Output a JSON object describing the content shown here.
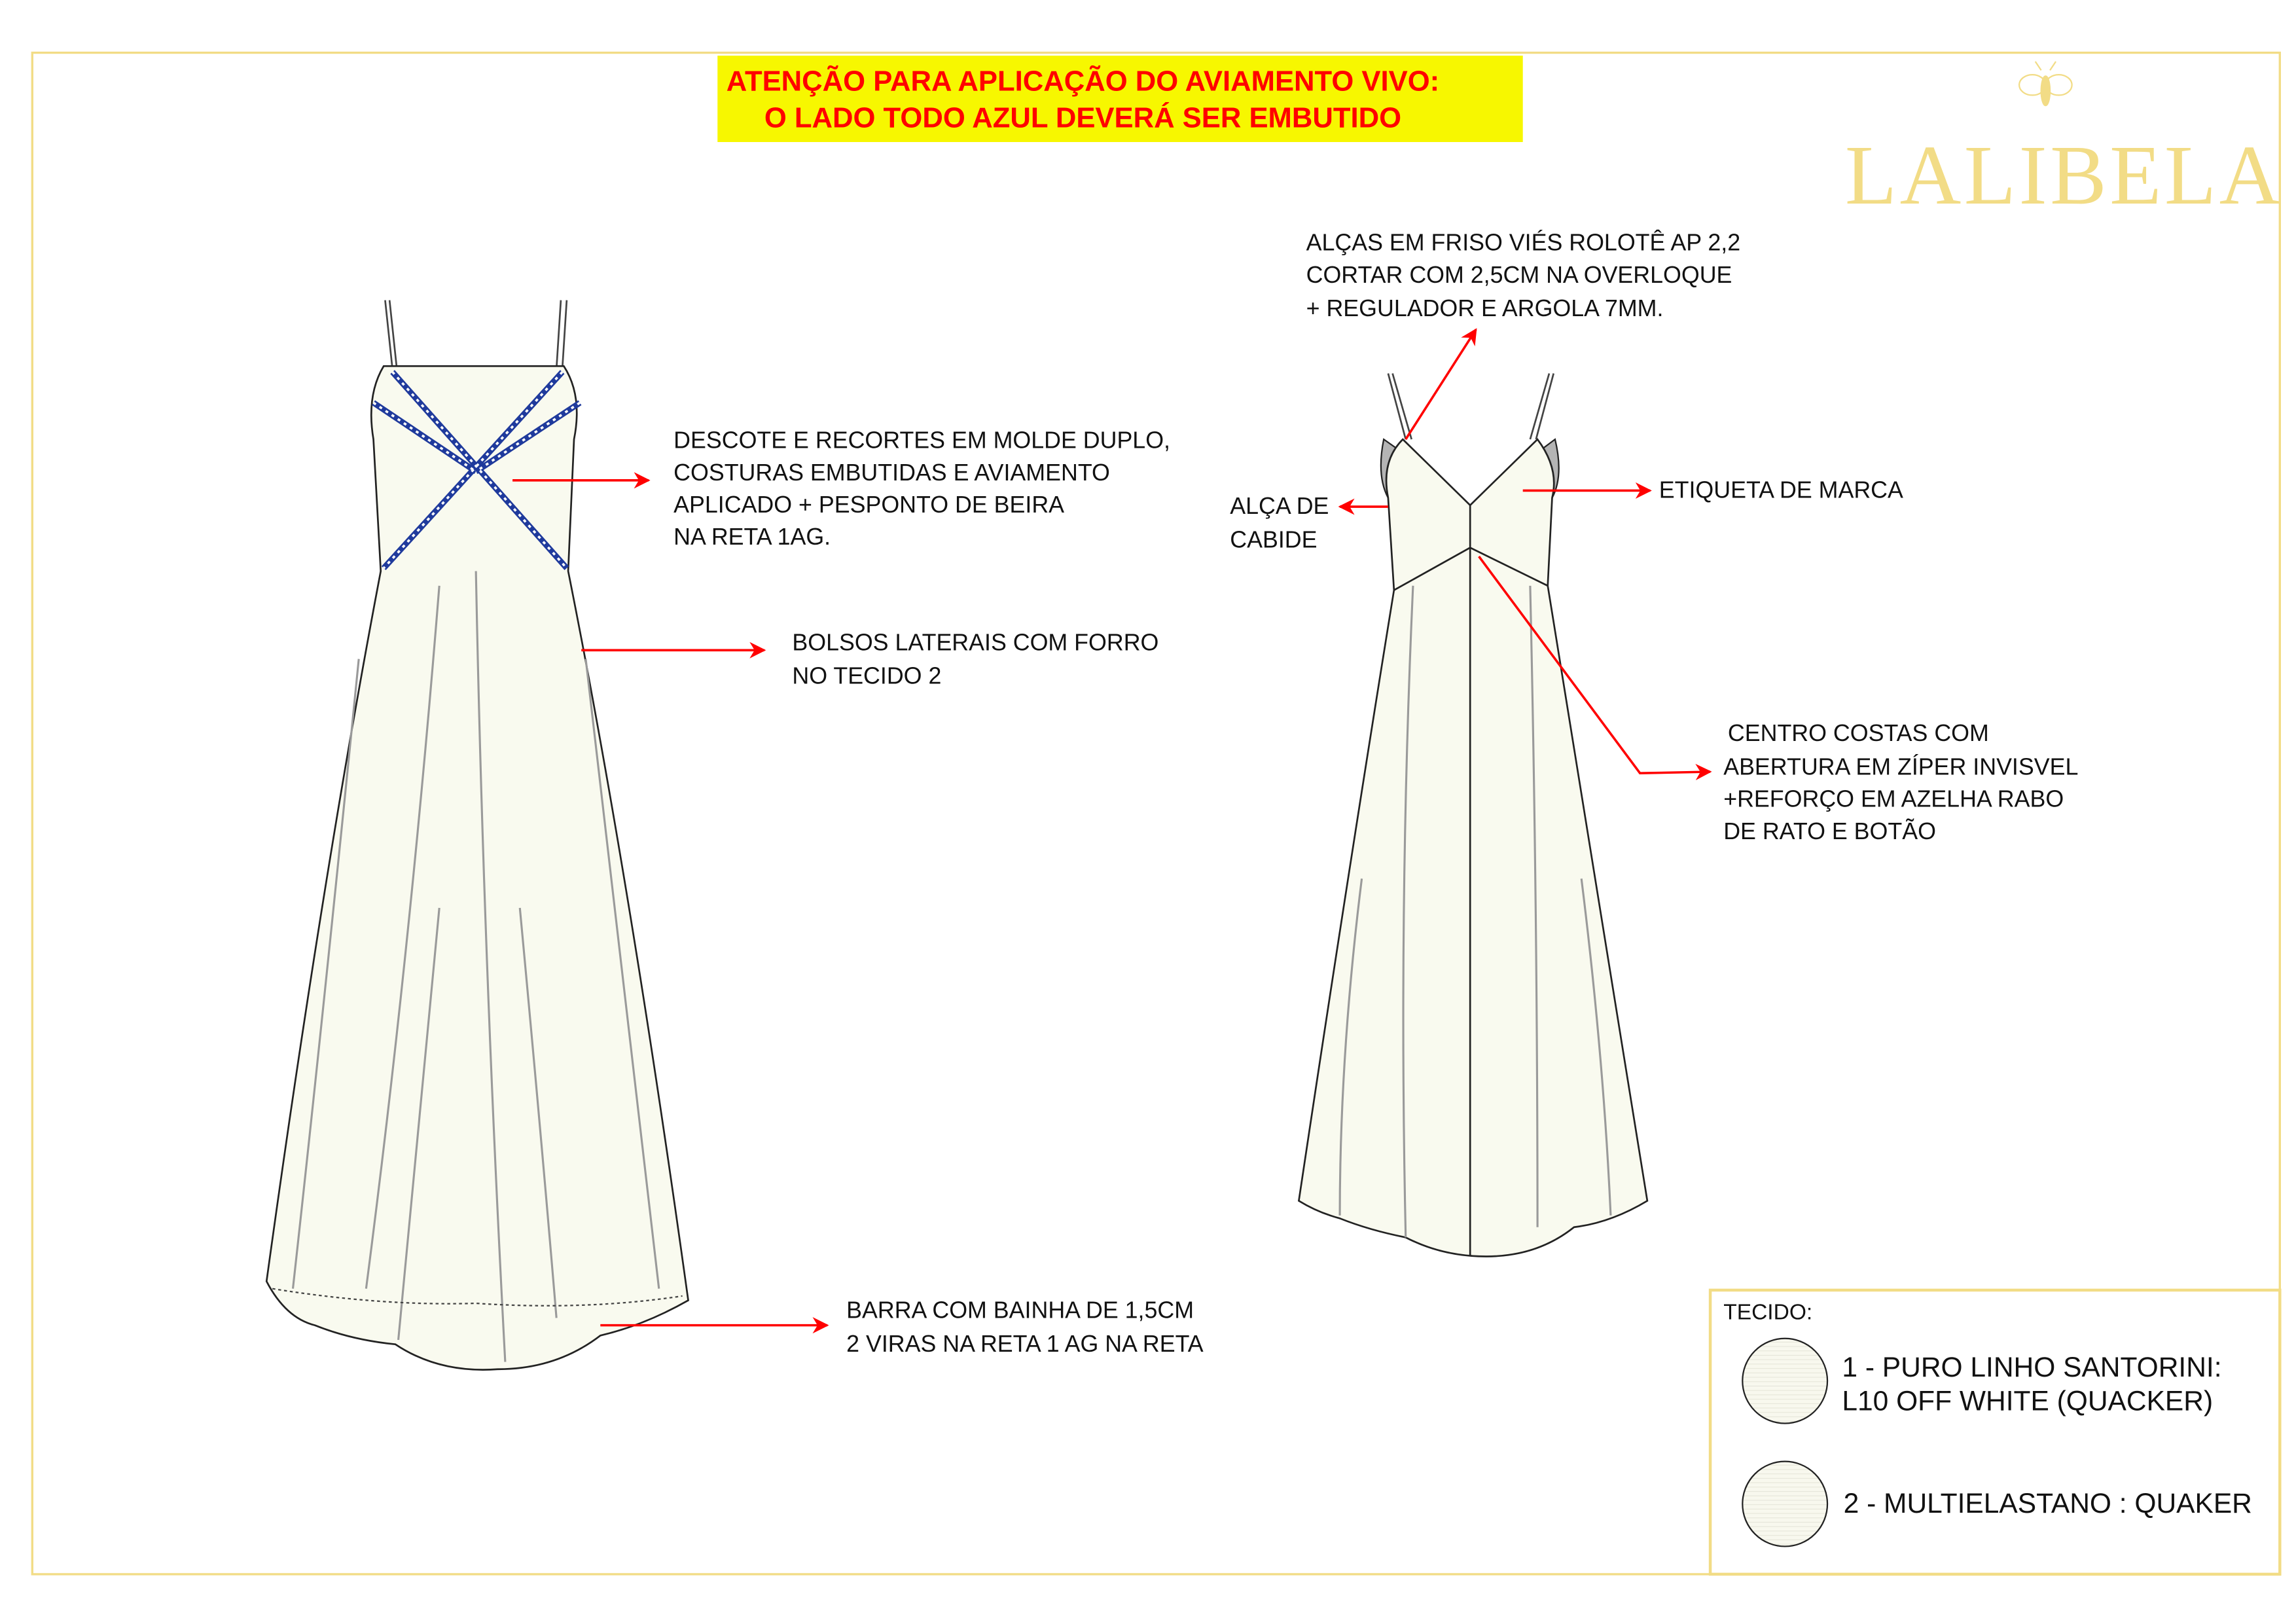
{
  "banner": {
    "line1": "ATENÇÃO PARA APLICAÇÃO DO AVIAMENTO VIVO:",
    "line2": "O LADO TODO AZUL DEVERÁ SER EMBUTIDO"
  },
  "logo": {
    "text": "LALIBELA",
    "icon": "bee-icon"
  },
  "front_notes": {
    "neckline": [
      "DESCOTE E RECORTES  EM MOLDE DUPLO,",
      "COSTURAS EMBUTIDAS E AVIAMENTO",
      "APLICADO + PESPONTO DE BEIRA",
      "NA RETA 1AG."
    ],
    "pockets": [
      "BOLSOS LATERAIS COM FORRO",
      "NO TECIDO 2"
    ],
    "hem": [
      "BARRA COM BAINHA DE 1,5CM",
      "2 VIRAS  NA RETA 1 AG NA RETA"
    ]
  },
  "back_notes": {
    "straps": [
      "ALÇAS EM FRISO VIÉS ROLOTÊ AP 2,2",
      "CORTAR COM 2,5CM NA OVERLOQUE",
      "+ REGULADOR E ARGOLA 7MM."
    ],
    "hanger_loop": [
      "ALÇA DE",
      "CABIDE"
    ],
    "label": [
      "ETIQUETA DE MARCA"
    ],
    "center_back": [
      "CENTRO COSTAS COM",
      "ABERTURA EM ZÍPER INVISVEL",
      "+REFORÇO EM AZELHA RABO",
      "DE RATO E BOTÃO"
    ]
  },
  "fabric": {
    "title": "TECIDO:",
    "items": [
      {
        "lines": [
          "1 - PURO LINHO SANTORINI:",
          "L10 OFF WHITE (QUACKER)"
        ]
      },
      {
        "lines": [
          "2 - MULTIELASTANO : QUAKER"
        ]
      }
    ]
  },
  "colors": {
    "frame": "#f2dc86",
    "banner_bg": "#f7f700",
    "banner_text": "#ff0000",
    "trim": "#1f3a9c",
    "fabric": "#f9faef",
    "arrow": "#ff0000"
  }
}
